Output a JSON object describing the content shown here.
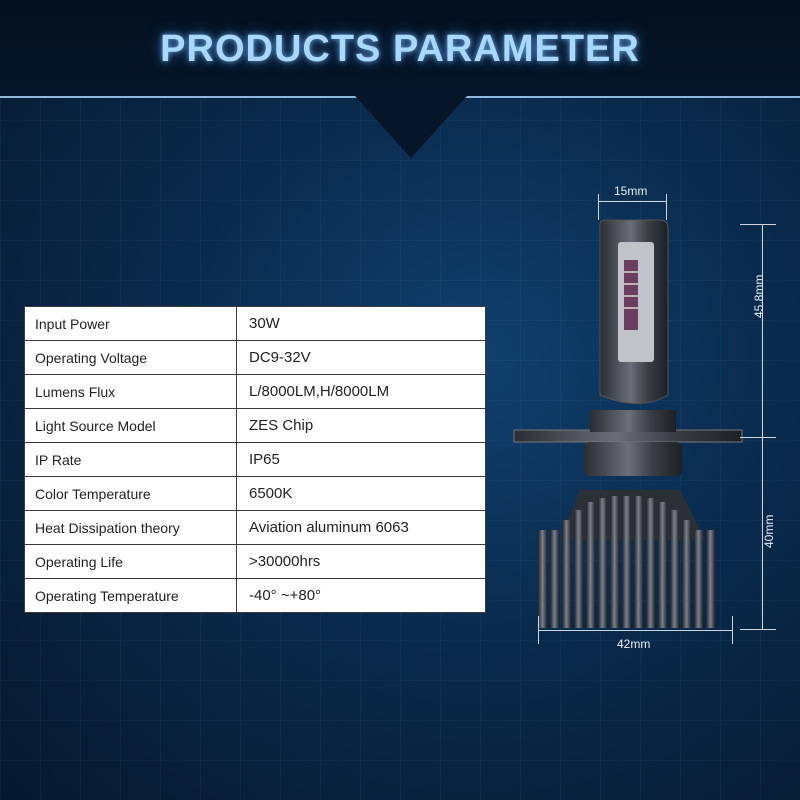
{
  "header": {
    "title": "PRODUCTS PARAMETER"
  },
  "specs": [
    {
      "label": "Input Power",
      "value": "30W"
    },
    {
      "label": "Operating Voltage",
      "value": "DC9-32V"
    },
    {
      "label": "Lumens Flux",
      "value": "L/8000LM,H/8000LM"
    },
    {
      "label": "Light Source Model",
      "value": "ZES Chip"
    },
    {
      "label": "IP Rate",
      "value": "IP65"
    },
    {
      "label": "Color Temperature",
      "value": "6500K"
    },
    {
      "label": "Heat Dissipation theory",
      "value": "Aviation aluminum 6063"
    },
    {
      "label": "Operating Life",
      "value": ">30000hrs"
    },
    {
      "label": "Operating Temperature",
      "value": "-40°  ~+80°"
    }
  ],
  "dimensions": {
    "top_width": "15mm",
    "upper_height": "45.8mm",
    "lower_height": "40mm",
    "base_width": "42mm"
  },
  "colors": {
    "title_glow": "#a9d8ff",
    "background": "#0a2a4c"
  }
}
